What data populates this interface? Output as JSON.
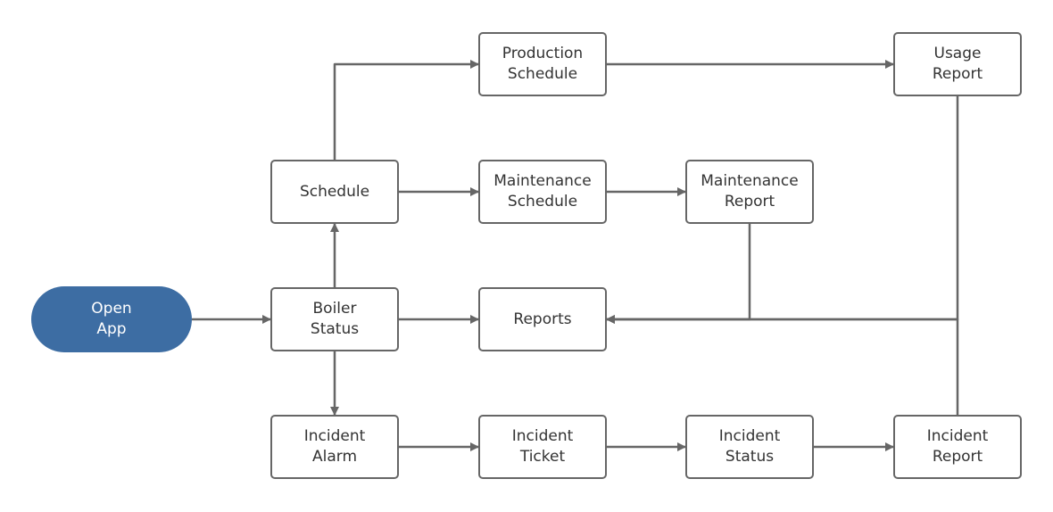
{
  "colors": {
    "edge": "#666666",
    "box_border": "#666666",
    "box_fill": "#ffffff",
    "text": "#333333",
    "terminal_fill": "#3d6da3",
    "terminal_text": "#ffffff"
  },
  "nodes": {
    "open_app": "Open\nApp",
    "boiler_status": "Boiler\nStatus",
    "schedule": "Schedule",
    "reports": "Reports",
    "incident_alarm": "Incident\nAlarm",
    "production_schedule": "Production\nSchedule",
    "maintenance_schedule": "Maintenance\nSchedule",
    "maintenance_report": "Maintenance\nReport",
    "usage_report": "Usage\nReport",
    "incident_ticket": "Incident\nTicket",
    "incident_status": "Incident\nStatus",
    "incident_report": "Incident\nReport"
  },
  "edges": [
    {
      "from": "open_app",
      "to": "boiler_status"
    },
    {
      "from": "boiler_status",
      "to": "schedule"
    },
    {
      "from": "boiler_status",
      "to": "reports"
    },
    {
      "from": "boiler_status",
      "to": "incident_alarm"
    },
    {
      "from": "schedule",
      "to": "production_schedule"
    },
    {
      "from": "schedule",
      "to": "maintenance_schedule"
    },
    {
      "from": "production_schedule",
      "to": "usage_report"
    },
    {
      "from": "maintenance_schedule",
      "to": "maintenance_report"
    },
    {
      "from": "maintenance_report",
      "to": "reports"
    },
    {
      "from": "usage_report",
      "to": "reports"
    },
    {
      "from": "incident_report",
      "to": "reports"
    },
    {
      "from": "incident_alarm",
      "to": "incident_ticket"
    },
    {
      "from": "incident_ticket",
      "to": "incident_status"
    },
    {
      "from": "incident_status",
      "to": "incident_report"
    }
  ]
}
